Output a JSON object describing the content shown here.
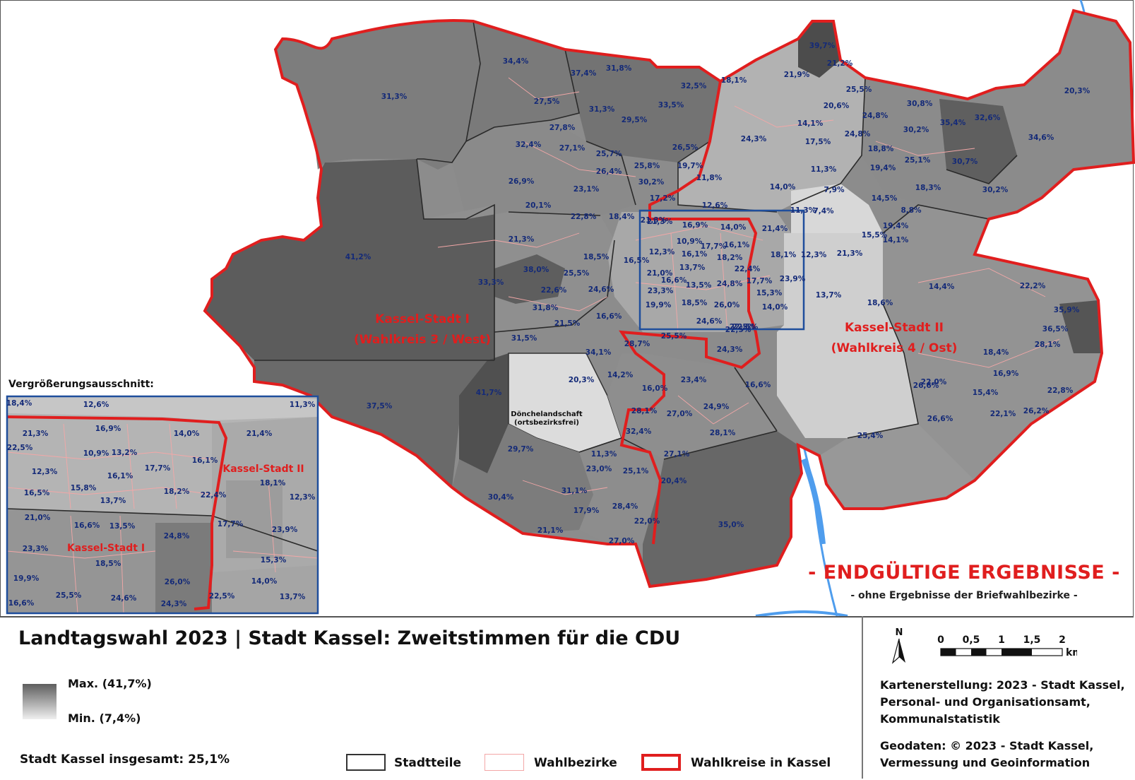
{
  "title": "Landtagswahl 2023  |  Stadt Kassel: Zweitstimmen für die CDU",
  "legend": {
    "max_label": "Max. (41,7%)",
    "min_label": "Min. (7,4%)",
    "total_label": "Stadt Kassel insgesamt:  25,1%",
    "stadtteile": "Stadtteile",
    "wahlbezirke": "Wahlbezirke",
    "wahlkreise": "Wahlkreise in Kassel"
  },
  "districts": {
    "west_line1": "Kassel-Stadt I",
    "west_line2": "(Wahlkreis 3 / West)",
    "east_line1": "Kassel-Stadt II",
    "east_line2": "(Wahlkreis 4 / Ost)",
    "doenche_line1": "Dönchelandschaft",
    "doenche_line2": "(ortsbezirksfrei)"
  },
  "inset": {
    "title": "Vergrößerungsausschnitt:",
    "label_west": "Kassel-Stadt I",
    "label_east": "Kassel-Stadt II"
  },
  "results": {
    "title": "- ENDGÜLTIGE ERGEBNISSE -",
    "subtitle": "- ohne Ergebnisse der Briefwahlbezirke -"
  },
  "scale": {
    "ticks": [
      "0",
      "0,5",
      "1",
      "1,5",
      "2"
    ],
    "unit": "km",
    "north": "N"
  },
  "credits": {
    "line1": "Kartenerstellung: 2023 - Stadt Kassel,",
    "line2": "Personal- und Organisationsamt,",
    "line3": "Kommunalstatistik",
    "line4": "Geodaten: © 2023 - Stadt Kassel,",
    "line5": "Vermessung und Geoinformation"
  },
  "colors": {
    "wahlkreis_border": "#e01e1e",
    "inset_frame": "#1f4e9c",
    "label_text": "#142a78",
    "water": "#4f9ded"
  },
  "labels": [
    {
      "t": "34,4%",
      "v": 34.4
    },
    {
      "t": "31,3%",
      "v": 31.3
    },
    {
      "t": "37,4%",
      "v": 37.4
    },
    {
      "t": "31,8%",
      "v": 31.8
    },
    {
      "t": "32,5%",
      "v": 32.5
    },
    {
      "t": "27,5%",
      "v": 27.5
    },
    {
      "t": "31,3%",
      "v": 31.3
    },
    {
      "t": "33,5%",
      "v": 33.5
    },
    {
      "t": "29,5%",
      "v": 29.5
    },
    {
      "t": "27,8%",
      "v": 27.8
    },
    {
      "t": "32,4%",
      "v": 32.4
    },
    {
      "t": "27,1%",
      "v": 27.1
    },
    {
      "t": "25,7%",
      "v": 25.7
    },
    {
      "t": "26,5%",
      "v": 26.5
    },
    {
      "t": "25,8%",
      "v": 25.8
    },
    {
      "t": "19,7%",
      "v": 19.7
    },
    {
      "t": "26,4%",
      "v": 26.4
    },
    {
      "t": "30,2%",
      "v": 30.2
    },
    {
      "t": "26,9%",
      "v": 26.9
    },
    {
      "t": "23,1%",
      "v": 23.1
    },
    {
      "t": "17,2%",
      "v": 17.2
    },
    {
      "t": "20,1%",
      "v": 20.1
    },
    {
      "t": "22,8%",
      "v": 22.8
    },
    {
      "t": "18,4%",
      "v": 18.4
    },
    {
      "t": "21,3%",
      "v": 21.3
    },
    {
      "t": "21,3%",
      "v": 21.3
    },
    {
      "t": "41,2%",
      "v": 41.2
    },
    {
      "t": "18,5%",
      "v": 18.5
    },
    {
      "t": "38,0%",
      "v": 38.0
    },
    {
      "t": "25,5%",
      "v": 25.5
    },
    {
      "t": "33,3%",
      "v": 33.3
    },
    {
      "t": "22,6%",
      "v": 22.6
    },
    {
      "t": "24,6%",
      "v": 24.6
    },
    {
      "t": "31,8%",
      "v": 31.8
    },
    {
      "t": "21,5%",
      "v": 21.5
    },
    {
      "t": "16,6%",
      "v": 16.6
    },
    {
      "t": "31,5%",
      "v": 31.5
    },
    {
      "t": "34,1%",
      "v": 34.1
    },
    {
      "t": "28,7%",
      "v": 28.7
    },
    {
      "t": "41,7%",
      "v": 41.7
    },
    {
      "t": "20,3%",
      "v": 20.3
    },
    {
      "t": "14,2%",
      "v": 14.2
    },
    {
      "t": "16,0%",
      "v": 16.0
    },
    {
      "t": "37,5%",
      "v": 37.5
    },
    {
      "t": "28,1%",
      "v": 28.1
    },
    {
      "t": "32,4%",
      "v": 32.4
    },
    {
      "t": "29,7%",
      "v": 29.7
    },
    {
      "t": "11,3%",
      "v": 11.3
    },
    {
      "t": "23,0%",
      "v": 23.0
    },
    {
      "t": "25,1%",
      "v": 25.1
    },
    {
      "t": "31,1%",
      "v": 31.1
    },
    {
      "t": "30,4%",
      "v": 30.4
    },
    {
      "t": "17,9%",
      "v": 17.9
    },
    {
      "t": "28,4%",
      "v": 28.4
    },
    {
      "t": "22,0%",
      "v": 22.0
    },
    {
      "t": "21,1%",
      "v": 21.1
    },
    {
      "t": "27,0%",
      "v": 27.0
    },
    {
      "t": "20,4%",
      "v": 20.4
    },
    {
      "t": "35,0%",
      "v": 35.0
    },
    {
      "t": "27,1%",
      "v": 27.1
    },
    {
      "t": "23,4%",
      "v": 23.4
    },
    {
      "t": "27,0%",
      "v": 27.0
    },
    {
      "t": "24,9%",
      "v": 24.9
    },
    {
      "t": "28,1%",
      "v": 28.1
    },
    {
      "t": "16,6%",
      "v": 16.6
    },
    {
      "t": "25,5%",
      "v": 25.5
    },
    {
      "t": "24,3%",
      "v": 24.3
    },
    {
      "t": "22,5%",
      "v": 22.5
    },
    {
      "t": "39,7%",
      "v": 39.7
    },
    {
      "t": "21,2%",
      "v": 21.2
    },
    {
      "t": "21,9%",
      "v": 21.9
    },
    {
      "t": "18,1%",
      "v": 18.1
    },
    {
      "t": "20,6%",
      "v": 20.6
    },
    {
      "t": "24,3%",
      "v": 24.3
    },
    {
      "t": "14,1%",
      "v": 14.1
    },
    {
      "t": "17,5%",
      "v": 17.5
    },
    {
      "t": "11,3%",
      "v": 11.3
    },
    {
      "t": "11,8%",
      "v": 11.8
    },
    {
      "t": "14,0%",
      "v": 14.0
    },
    {
      "t": "12,6%",
      "v": 12.6
    },
    {
      "t": "7,9%",
      "v": 7.9
    },
    {
      "t": "7,4%",
      "v": 7.4
    },
    {
      "t": "11,3%",
      "v": 11.3
    },
    {
      "t": "25,5%",
      "v": 25.5
    },
    {
      "t": "24,8%",
      "v": 24.8
    },
    {
      "t": "30,8%",
      "v": 30.8
    },
    {
      "t": "30,2%",
      "v": 30.2
    },
    {
      "t": "24,8%",
      "v": 24.8
    },
    {
      "t": "18,8%",
      "v": 18.8
    },
    {
      "t": "19,4%",
      "v": 19.4
    },
    {
      "t": "25,1%",
      "v": 25.1
    },
    {
      "t": "35,4%",
      "v": 35.4
    },
    {
      "t": "32,6%",
      "v": 32.6
    },
    {
      "t": "20,3%",
      "v": 20.3
    },
    {
      "t": "34,6%",
      "v": 34.6
    },
    {
      "t": "30,7%",
      "v": 30.7
    },
    {
      "t": "30,2%",
      "v": 30.2
    },
    {
      "t": "18,3%",
      "v": 18.3
    },
    {
      "t": "14,5%",
      "v": 14.5
    },
    {
      "t": "8,8%",
      "v": 8.8
    },
    {
      "t": "19,4%",
      "v": 19.4
    },
    {
      "t": "15,5%",
      "v": 15.5
    },
    {
      "t": "14,1%",
      "v": 14.1
    },
    {
      "t": "12,3%",
      "v": 12.3
    },
    {
      "t": "21,3%",
      "v": 21.3
    },
    {
      "t": "13,7%",
      "v": 13.7
    },
    {
      "t": "18,6%",
      "v": 18.6
    },
    {
      "t": "14,4%",
      "v": 14.4
    },
    {
      "t": "22,2%",
      "v": 22.2
    },
    {
      "t": "35,9%",
      "v": 35.9
    },
    {
      "t": "36,5%",
      "v": 36.5
    },
    {
      "t": "28,1%",
      "v": 28.1
    },
    {
      "t": "18,4%",
      "v": 18.4
    },
    {
      "t": "16,9%",
      "v": 16.9
    },
    {
      "t": "22,0%",
      "v": 22.0
    },
    {
      "t": "26,6%",
      "v": 26.6
    },
    {
      "t": "15,4%",
      "v": 15.4
    },
    {
      "t": "22,8%",
      "v": 22.8
    },
    {
      "t": "22,1%",
      "v": 22.1
    },
    {
      "t": "26,2%",
      "v": 26.2
    },
    {
      "t": "26,6%",
      "v": 26.6
    },
    {
      "t": "25,4%",
      "v": 25.4
    },
    {
      "t": "21,3%",
      "v": 21.3
    },
    {
      "t": "16,9%",
      "v": 16.9
    },
    {
      "t": "14,0%",
      "v": 14.0
    },
    {
      "t": "21,4%",
      "v": 21.4
    },
    {
      "t": "22,5%",
      "v": 22.5
    },
    {
      "t": "10,9%",
      "v": 10.9
    },
    {
      "t": "17,7%",
      "v": 17.7
    },
    {
      "t": "16,1%",
      "v": 16.1
    },
    {
      "t": "12,3%",
      "v": 12.3
    },
    {
      "t": "16,1%",
      "v": 16.1
    },
    {
      "t": "18,2%",
      "v": 18.2
    },
    {
      "t": "18,1%",
      "v": 18.1
    },
    {
      "t": "16,5%",
      "v": 16.5
    },
    {
      "t": "13,7%",
      "v": 13.7
    },
    {
      "t": "22,4%",
      "v": 22.4
    },
    {
      "t": "21,0%",
      "v": 21.0
    },
    {
      "t": "16,6%",
      "v": 16.6
    },
    {
      "t": "13,5%",
      "v": 13.5
    },
    {
      "t": "24,8%",
      "v": 24.8
    },
    {
      "t": "17,7%",
      "v": 17.7
    },
    {
      "t": "23,9%",
      "v": 23.9
    },
    {
      "t": "23,3%",
      "v": 23.3
    },
    {
      "t": "15,3%",
      "v": 15.3
    },
    {
      "t": "19,9%",
      "v": 19.9
    },
    {
      "t": "18,5%",
      "v": 18.5
    },
    {
      "t": "26,0%",
      "v": 26.0
    },
    {
      "t": "14,0%",
      "v": 14.0
    },
    {
      "t": "24,6%",
      "v": 24.6
    },
    {
      "t": "22,5%",
      "v": 22.5
    }
  ],
  "inset_labels": [
    {
      "t": "18,4%",
      "v": 18.4
    },
    {
      "t": "12,6%",
      "v": 12.6
    },
    {
      "t": "11,3%",
      "v": 11.3
    },
    {
      "t": "21,3%",
      "v": 21.3
    },
    {
      "t": "16,9%",
      "v": 16.9
    },
    {
      "t": "14,0%",
      "v": 14.0
    },
    {
      "t": "21,4%",
      "v": 21.4
    },
    {
      "t": "22,5%",
      "v": 22.5
    },
    {
      "t": "10,9%",
      "v": 10.9
    },
    {
      "t": "13,2%",
      "v": 13.2
    },
    {
      "t": "16,1%",
      "v": 16.1
    },
    {
      "t": "12,3%",
      "v": 12.3
    },
    {
      "t": "17,7%",
      "v": 17.7
    },
    {
      "t": "16,1%",
      "v": 16.1
    },
    {
      "t": "18,1%",
      "v": 18.1
    },
    {
      "t": "16,5%",
      "v": 16.5
    },
    {
      "t": "15,8%",
      "v": 15.8
    },
    {
      "t": "18,2%",
      "v": 18.2
    },
    {
      "t": "22,4%",
      "v": 22.4
    },
    {
      "t": "12,3%",
      "v": 12.3
    },
    {
      "t": "13,7%",
      "v": 13.7
    },
    {
      "t": "21,0%",
      "v": 21.0
    },
    {
      "t": "16,6%",
      "v": 16.6
    },
    {
      "t": "13,5%",
      "v": 13.5
    },
    {
      "t": "17,7%",
      "v": 17.7
    },
    {
      "t": "24,8%",
      "v": 24.8
    },
    {
      "t": "23,9%",
      "v": 23.9
    },
    {
      "t": "23,3%",
      "v": 23.3
    },
    {
      "t": "18,5%",
      "v": 18.5
    },
    {
      "t": "15,3%",
      "v": 15.3
    },
    {
      "t": "19,9%",
      "v": 19.9
    },
    {
      "t": "26,0%",
      "v": 26.0
    },
    {
      "t": "14,0%",
      "v": 14.0
    },
    {
      "t": "16,6%",
      "v": 16.6
    },
    {
      "t": "25,5%",
      "v": 25.5
    },
    {
      "t": "24,6%",
      "v": 24.6
    },
    {
      "t": "24,3%",
      "v": 24.3
    },
    {
      "t": "22,5%",
      "v": 22.5
    },
    {
      "t": "13,7%",
      "v": 13.7
    }
  ]
}
